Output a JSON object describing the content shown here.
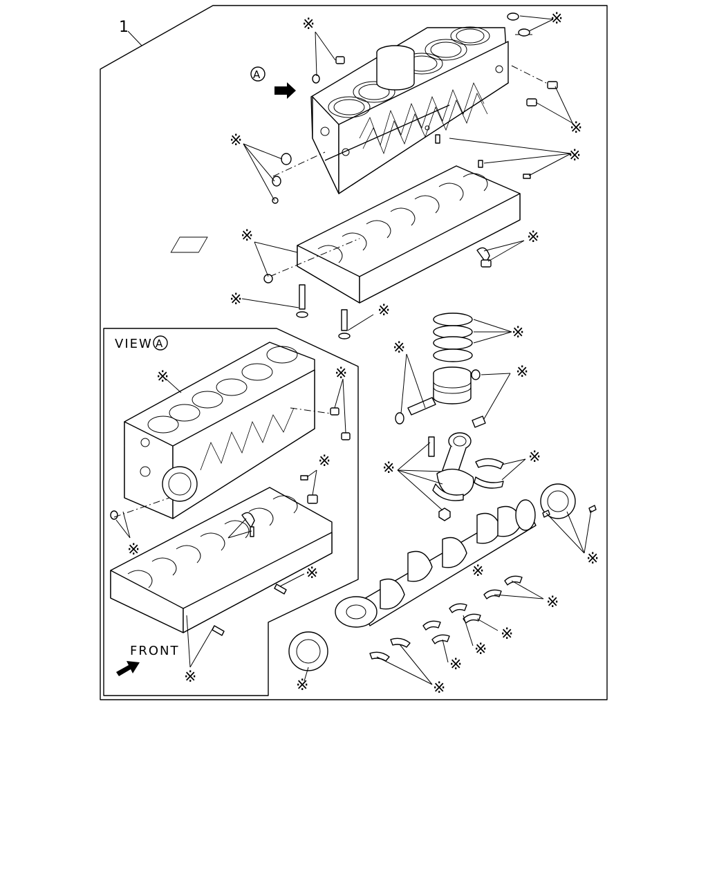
{
  "figure": {
    "item_number": "1",
    "star_symbol": "※",
    "callout_letter": "A",
    "view_label": "VIEW",
    "front_label": "FRONT"
  },
  "icons": [
    "arrow-icon",
    "star-marker-icon",
    "circled-letter-icon"
  ]
}
